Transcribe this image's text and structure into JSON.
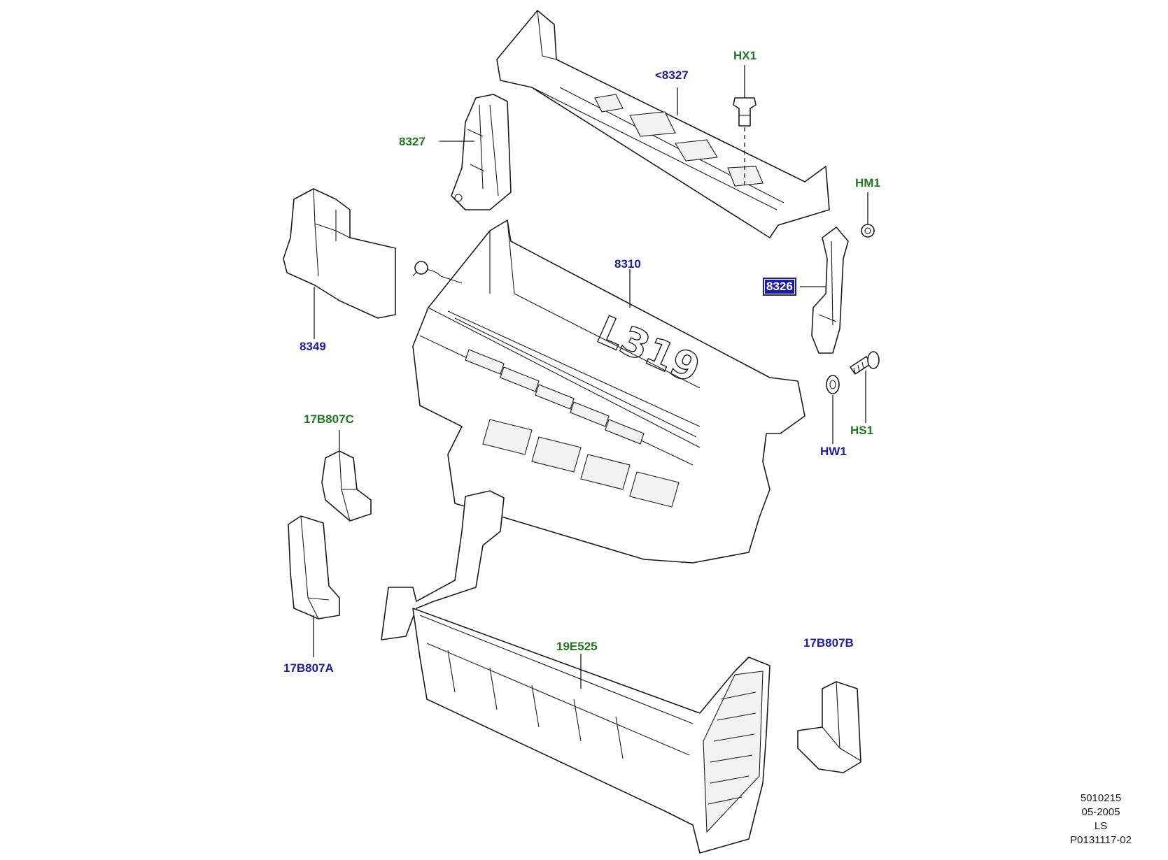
{
  "callouts": {
    "upper_deflector_arrow": "<8327",
    "upper_bracket": "8327",
    "clip_hx1": "HX1",
    "clip_hm1": "HM1",
    "side_bracket": "8326",
    "air_guide_main": "8310",
    "seal_left": "8349",
    "washer_hw1": "HW1",
    "screw_hs1": "HS1",
    "block_c": "17B807C",
    "block_a": "17B807A",
    "lower_duct": "19E525",
    "block_b": "17B807B"
  },
  "colors": {
    "blue_label": "#1c1ca8",
    "green_label": "#1f7a1f",
    "selected_fill": "#1c1ca8"
  },
  "embossed_marking": "L319",
  "stamp": {
    "line1": "5010215",
    "line2": "05-2005",
    "line3": "LS",
    "line4": "P0131117-02"
  }
}
